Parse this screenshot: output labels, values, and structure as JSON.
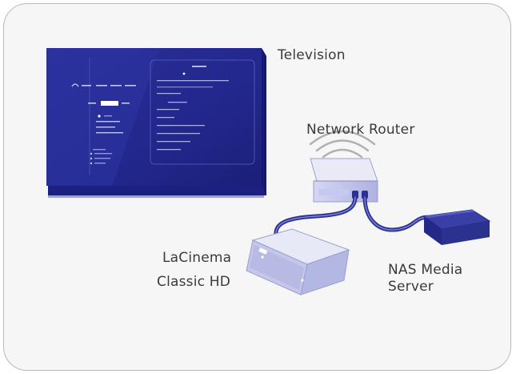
{
  "labels": {
    "television": "Television",
    "router": "Network Router",
    "lacinema_line1": "LaCinema",
    "lacinema_line2": "Classic HD",
    "nas_line1": "NAS Media",
    "nas_line2": "Server"
  },
  "colors": {
    "screen_blue": "#23288f",
    "screen_light": "#3a3fa8",
    "box_blue": "#2b318f",
    "frame_border": "#b9b9b9",
    "text": "#3a3a3a"
  }
}
